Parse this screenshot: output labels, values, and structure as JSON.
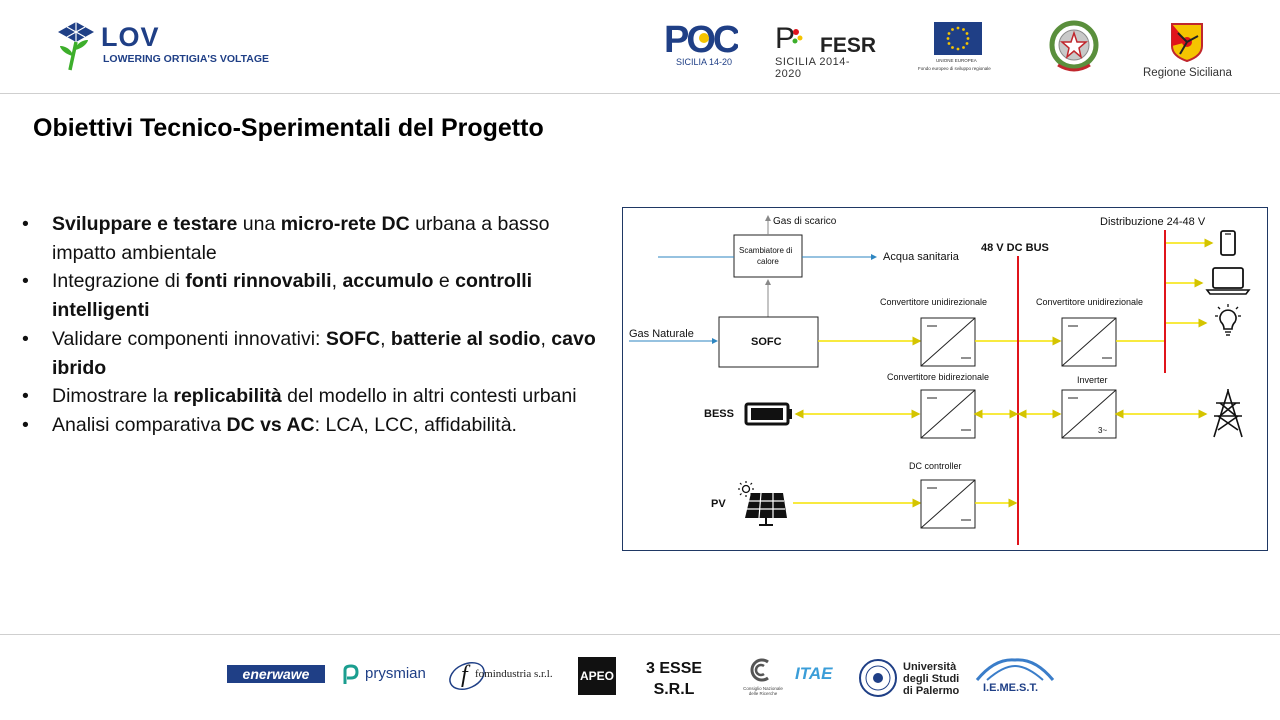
{
  "header": {
    "logo_title": "LOV",
    "logo_subtitle": "LOWERING ORTIGIA'S VOLTAGE",
    "poc_label": "SICILIA 14-20",
    "fesr_label": "FESR",
    "fesr_sub": "SICILIA 2014-2020",
    "eu_label": "UNIONE EUROPEA",
    "eu_sub": "Fondo europeo di sviluppo regionale",
    "region_label": "Regione Siciliana",
    "colors": {
      "brand": "#1f3f86",
      "accent_green": "#3dae2b"
    }
  },
  "title": "Obiettivi Tecnico-Sperimentali del Progetto",
  "bullets": [
    [
      {
        "t": "Sviluppare e testare",
        "b": true
      },
      {
        "t": " una ",
        "b": false
      },
      {
        "t": "micro-rete DC",
        "b": true
      },
      {
        "t": " urbana a basso impatto ambientale",
        "b": false
      }
    ],
    [
      {
        "t": "Integrazione di ",
        "b": false
      },
      {
        "t": "fonti rinnovabili",
        "b": true
      },
      {
        "t": ", ",
        "b": false
      },
      {
        "t": "accumulo",
        "b": true
      },
      {
        "t": " e ",
        "b": false
      },
      {
        "t": "controlli intelligenti",
        "b": true
      }
    ],
    [
      {
        "t": "Validare componenti innovativi: ",
        "b": false
      },
      {
        "t": "SOFC",
        "b": true
      },
      {
        "t": ", ",
        "b": false
      },
      {
        "t": "batterie al sodio",
        "b": true
      },
      {
        "t": ", ",
        "b": false
      },
      {
        "t": "cavo ibrido",
        "b": true
      }
    ],
    [
      {
        "t": "Dimostrare la ",
        "b": false
      },
      {
        "t": "replicabilità",
        "b": true
      },
      {
        "t": " del modello in altri contesti urbani",
        "b": false
      }
    ],
    [
      {
        "t": "Analisi comparativa ",
        "b": false
      },
      {
        "t": "DC vs AC",
        "b": true
      },
      {
        "t": ": LCA, LCC, affidabilità.",
        "b": false
      }
    ]
  ],
  "diagram": {
    "gas_exhaust": "Gas di scarico",
    "heat_exchanger": [
      "Scambiatore di",
      "calore"
    ],
    "hot_water": "Acqua sanitaria",
    "bus_label": "48 V DC BUS",
    "distribution_label": "Distribuzione 24-48 V",
    "natural_gas": "Gas Naturale",
    "sofc": "SOFC",
    "conv_uni_1": "Convertitore unidirezionale",
    "conv_uni_2": "Convertitore unidirezionale",
    "conv_bi": "Convertitore bidirezionale",
    "inverter": "Inverter",
    "inverter_symbol": "3~",
    "bess": "BESS",
    "dc_controller": "DC controller",
    "pv": "PV",
    "loads": [
      "phone-icon",
      "laptop-icon",
      "lightbulb-icon",
      "power-tower-icon"
    ],
    "colors": {
      "power_line": "#f5e400",
      "bus": "#e0141b",
      "water_line": "#2e86c1",
      "gas_line": "#888888",
      "frame": "#1f3864"
    }
  },
  "footer": {
    "sponsors": [
      "enerwawe",
      "prysmian",
      "fomindustria s.r.l.",
      "APEO",
      "3 ESSE",
      "S.R.L",
      "Consiglio Nazionale delle Ricerche",
      "ITAE",
      "Università",
      "degli Studi",
      "di Palermo",
      "I.E.ME.S.T."
    ]
  }
}
